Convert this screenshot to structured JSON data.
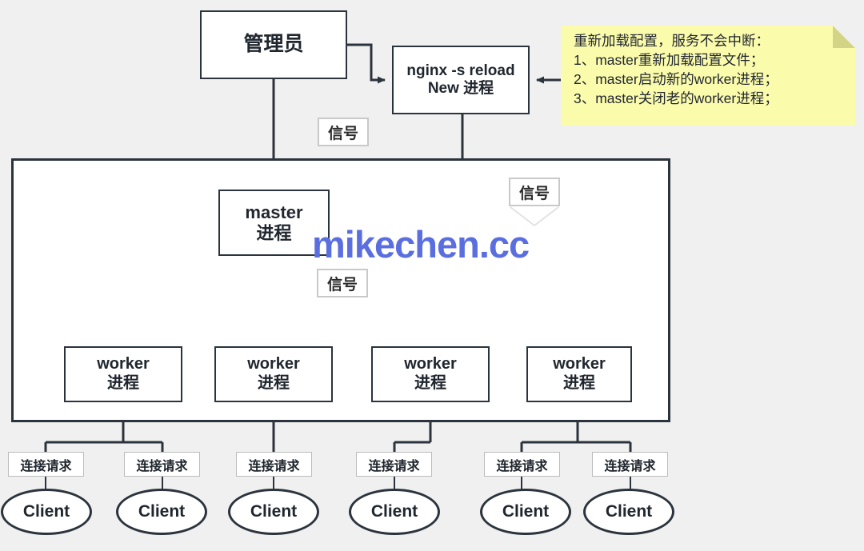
{
  "diagram": {
    "title": "nginx reload process signal flow",
    "watermark": "mikechen.cc",
    "colors": {
      "background": "#f0f0f0",
      "node_border": "#2b333d",
      "node_fill": "#ffffff",
      "note_fill": "#fbfbac",
      "note_fold": "#d4d487",
      "signal_border": "#c9c9c9",
      "watermark": "#5b6ee0",
      "line": "#2b333d"
    }
  },
  "nodes": {
    "admin": {
      "label": "管理员"
    },
    "nginx": {
      "line1": "nginx -s reload",
      "line2": "New 进程"
    },
    "master": {
      "line1": "master",
      "line2": "进程"
    },
    "workers": [
      {
        "line1": "worker",
        "line2": "进程"
      },
      {
        "line1": "worker",
        "line2": "进程"
      },
      {
        "line1": "worker",
        "line2": "进程"
      },
      {
        "line1": "worker",
        "line2": "进程"
      }
    ],
    "clients": [
      {
        "label": "Client"
      },
      {
        "label": "Client"
      },
      {
        "label": "Client"
      },
      {
        "label": "Client"
      },
      {
        "label": "Client"
      },
      {
        "label": "Client"
      }
    ],
    "connection_requests": [
      {
        "label": "连接请求"
      },
      {
        "label": "连接请求"
      },
      {
        "label": "连接请求"
      },
      {
        "label": "连接请求"
      },
      {
        "label": "连接请求"
      },
      {
        "label": "连接请求"
      }
    ]
  },
  "signal_labels": [
    {
      "label": "信号"
    },
    {
      "label": "信号"
    },
    {
      "label": "信号"
    }
  ],
  "note": {
    "heading": "重新加载配置，服务不会中断：",
    "items": [
      "1、master重新加载配置文件；",
      "2、master启动新的worker进程；",
      "3、master关闭老的worker进程；"
    ]
  }
}
